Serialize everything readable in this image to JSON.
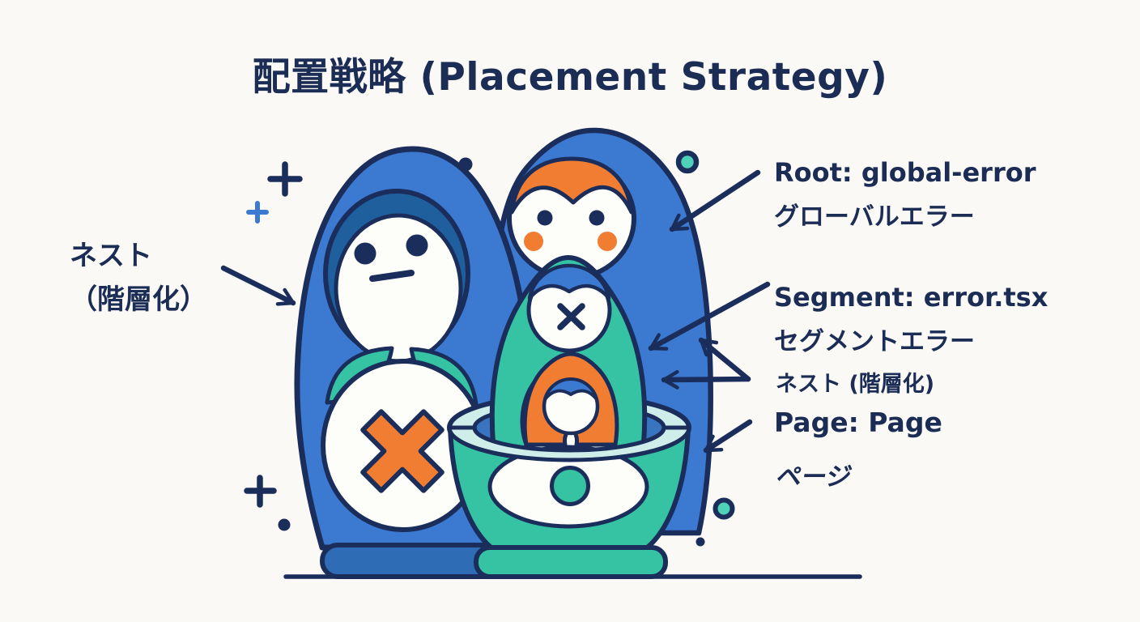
{
  "title": "配置戦略 (Placement Strategy)",
  "labels": {
    "nest_left_line1": "ネスト",
    "nest_left_line2": "（階層化）",
    "root_line1": "Root: global-error",
    "root_line2": "グローバルエラー",
    "segment_line1": "Segment: error.tsx",
    "segment_line2": "セグメントエラー",
    "nest_right": "ネスト (階層化)",
    "page_line1": "Page: Page",
    "page_line2": "ページ"
  },
  "colors": {
    "text_navy": "#1b2c55",
    "outline_navy": "#1b2d5b",
    "doll_blue": "#3b7ad0",
    "hair_dark_blue": "#1f5f9e",
    "base_blue": "#2e6cb5",
    "doll_teal": "#36c3a3",
    "ring_teal": "#4fd0b8",
    "rim_pale_mint": "#cfeee9",
    "accent_orange": "#f07d31",
    "background": "#faf9f6"
  },
  "illustration": {
    "scene": "nested matryoshka dolls showing error boundary placement",
    "dolls": [
      "outer-blue-doll-with-orange-x",
      "back-blue-doll-orange-hair",
      "middle-teal-doll-x-mouth",
      "inner-orange-doll",
      "open-teal-shell-bowl"
    ]
  }
}
